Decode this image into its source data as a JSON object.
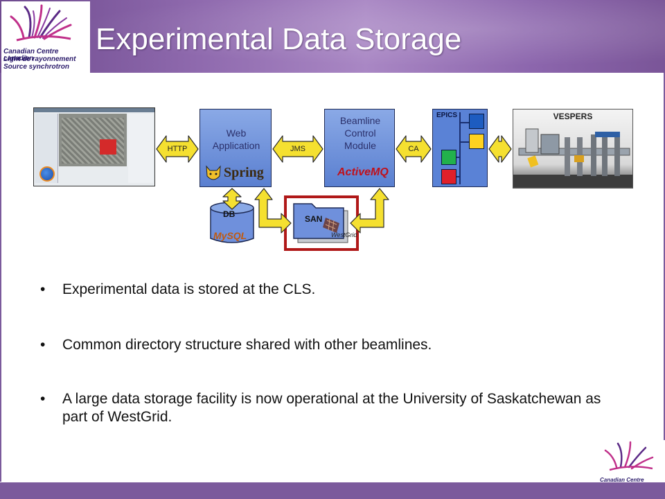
{
  "slide": {
    "title": "Experimental Data Storage",
    "logo": {
      "line1": "Canadian  Centre canadien",
      "line2": "Light        de rayonnement",
      "line3": "Source    synchrotron"
    }
  },
  "diagram": {
    "web_app": {
      "line1": "Web",
      "line2": "Application",
      "brand": "Spring"
    },
    "bcm": {
      "line1": "Beamline",
      "line2": "Control",
      "line3": "Module",
      "brand": "ActiveMQ"
    },
    "epics": "EPICS",
    "vespers": "VESPERS",
    "db": {
      "label": "DB",
      "brand": "MySQL"
    },
    "san": {
      "label": "SAN",
      "brand": "WestGrid"
    },
    "connectors": {
      "http": "HTTP",
      "jms": "JMS",
      "ca": "CA"
    }
  },
  "bullets": [
    "Experimental data is stored at the CLS.",
    "Common directory structure shared with other beamlines.",
    "A large data storage facility is now operational at the University of Saskatchewan as part of WestGrid."
  ],
  "colors": {
    "header": "#8f6aae",
    "box_blue": "#6f90dc",
    "arrow_yellow": "#f5e030",
    "highlight_red": "#b01818",
    "epics_blue": "#1d5cc0",
    "epics_yellow": "#ffd21f",
    "epics_green": "#22b14c",
    "epics_red": "#e0202a"
  }
}
